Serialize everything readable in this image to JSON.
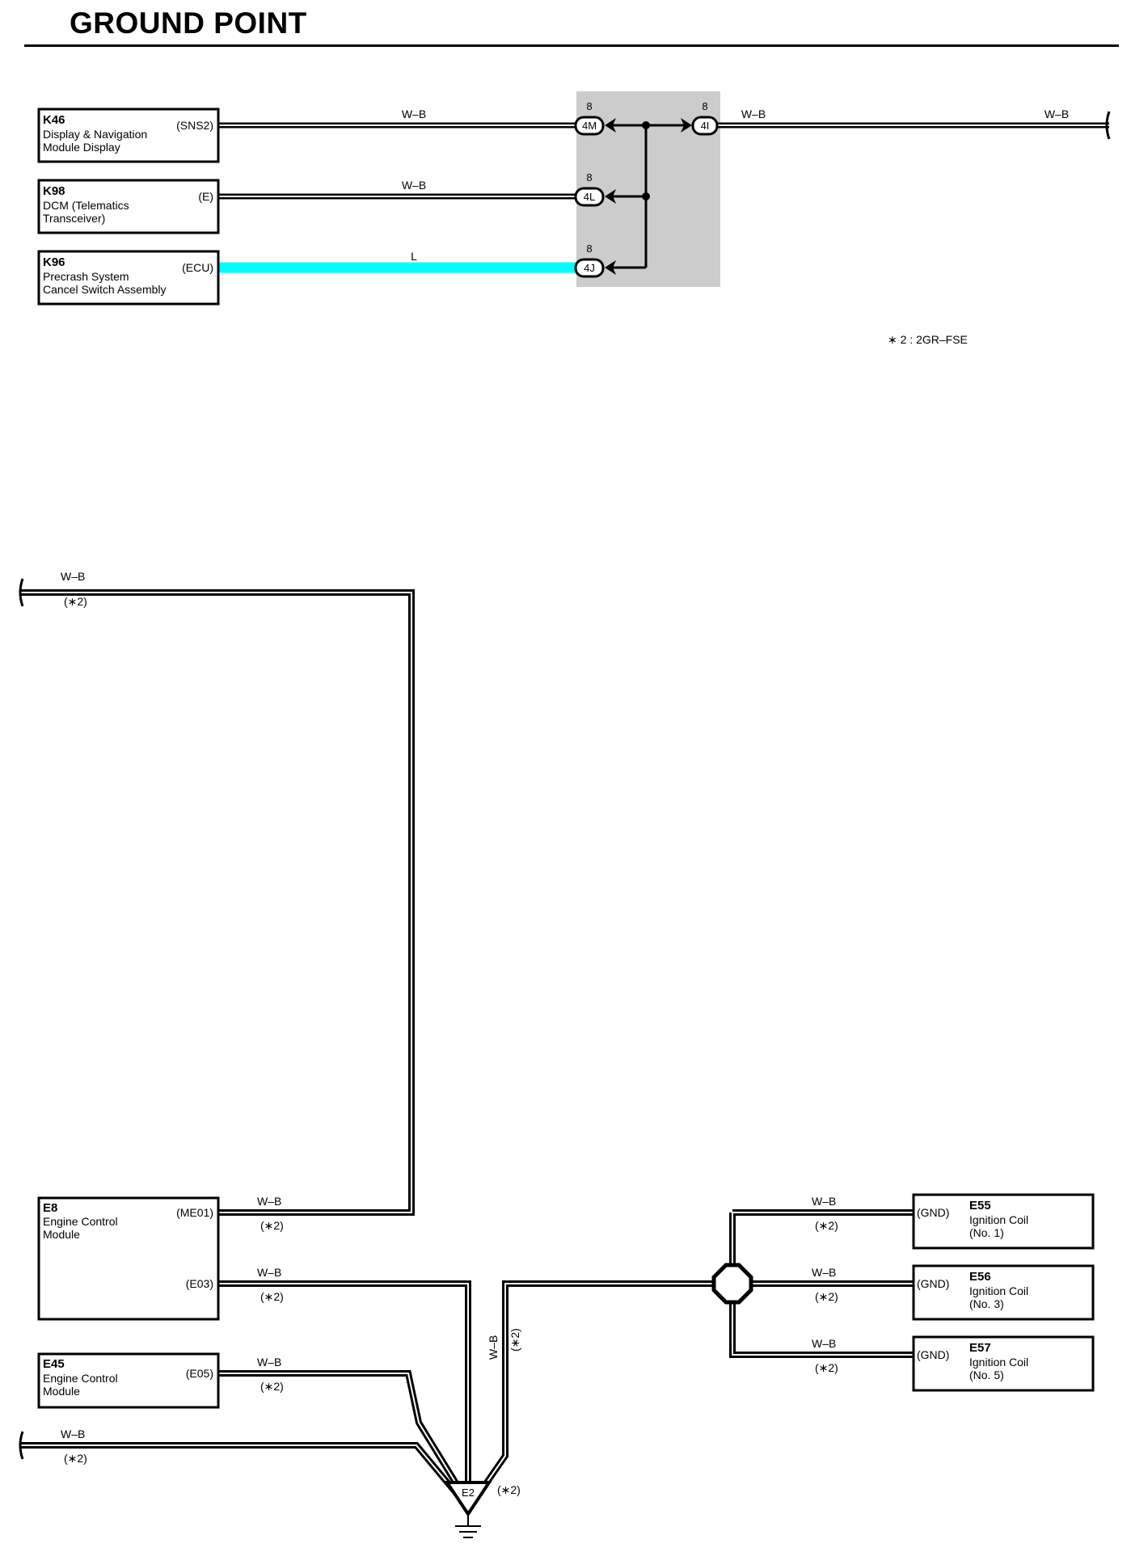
{
  "header": {
    "title": "GROUND POINT"
  },
  "note": "∗ 2 : 2GR–FSE",
  "colors": {
    "wire_outline": "#000000",
    "wire_core": "#ffffff",
    "blue_wire": "#00ffff",
    "junction_box": "#cccccc"
  },
  "top_section": {
    "components": [
      {
        "code": "K46",
        "line1": "Display & Navigation",
        "line2": "Module Display",
        "pin": "(SNS2)",
        "wire": "W–B",
        "connector": "4M",
        "pin_no": "8"
      },
      {
        "code": "K98",
        "line1": "DCM (Telematics",
        "line2": "Transceiver)",
        "pin": "(E)",
        "wire": "W–B",
        "connector": "4L",
        "pin_no": "8"
      },
      {
        "code": "K96",
        "line1": "Precrash System",
        "line2": "Cancel Switch Assembly",
        "pin": "(ECU)",
        "wire": "L",
        "connector": "4J",
        "pin_no": "8"
      }
    ],
    "output_connector": {
      "label": "4I",
      "pin_no": "8"
    },
    "output_wire_left": "W–B",
    "output_wire_right": "W–B"
  },
  "bottom_section": {
    "components": [
      {
        "code": "E8",
        "line1": "Engine Control",
        "line2": "Module",
        "pins": [
          "(ME01)",
          "(E03)"
        ]
      },
      {
        "code": "E45",
        "line1": "Engine Control",
        "line2": "Module",
        "pins": [
          "(E05)"
        ]
      },
      {
        "code": "E55",
        "line1": "Ignition Coil",
        "line2": "(No. 1)",
        "pin": "(GND)"
      },
      {
        "code": "E56",
        "line1": "Ignition Coil",
        "line2": "(No. 3)",
        "pin": "(GND)"
      },
      {
        "code": "E57",
        "line1": "Ignition Coil",
        "line2": "(No. 5)",
        "pin": "(GND)"
      }
    ],
    "wire_color": "W–B",
    "condition": "(∗2)",
    "ground": {
      "label": "E2",
      "condition": "(∗2)"
    }
  }
}
